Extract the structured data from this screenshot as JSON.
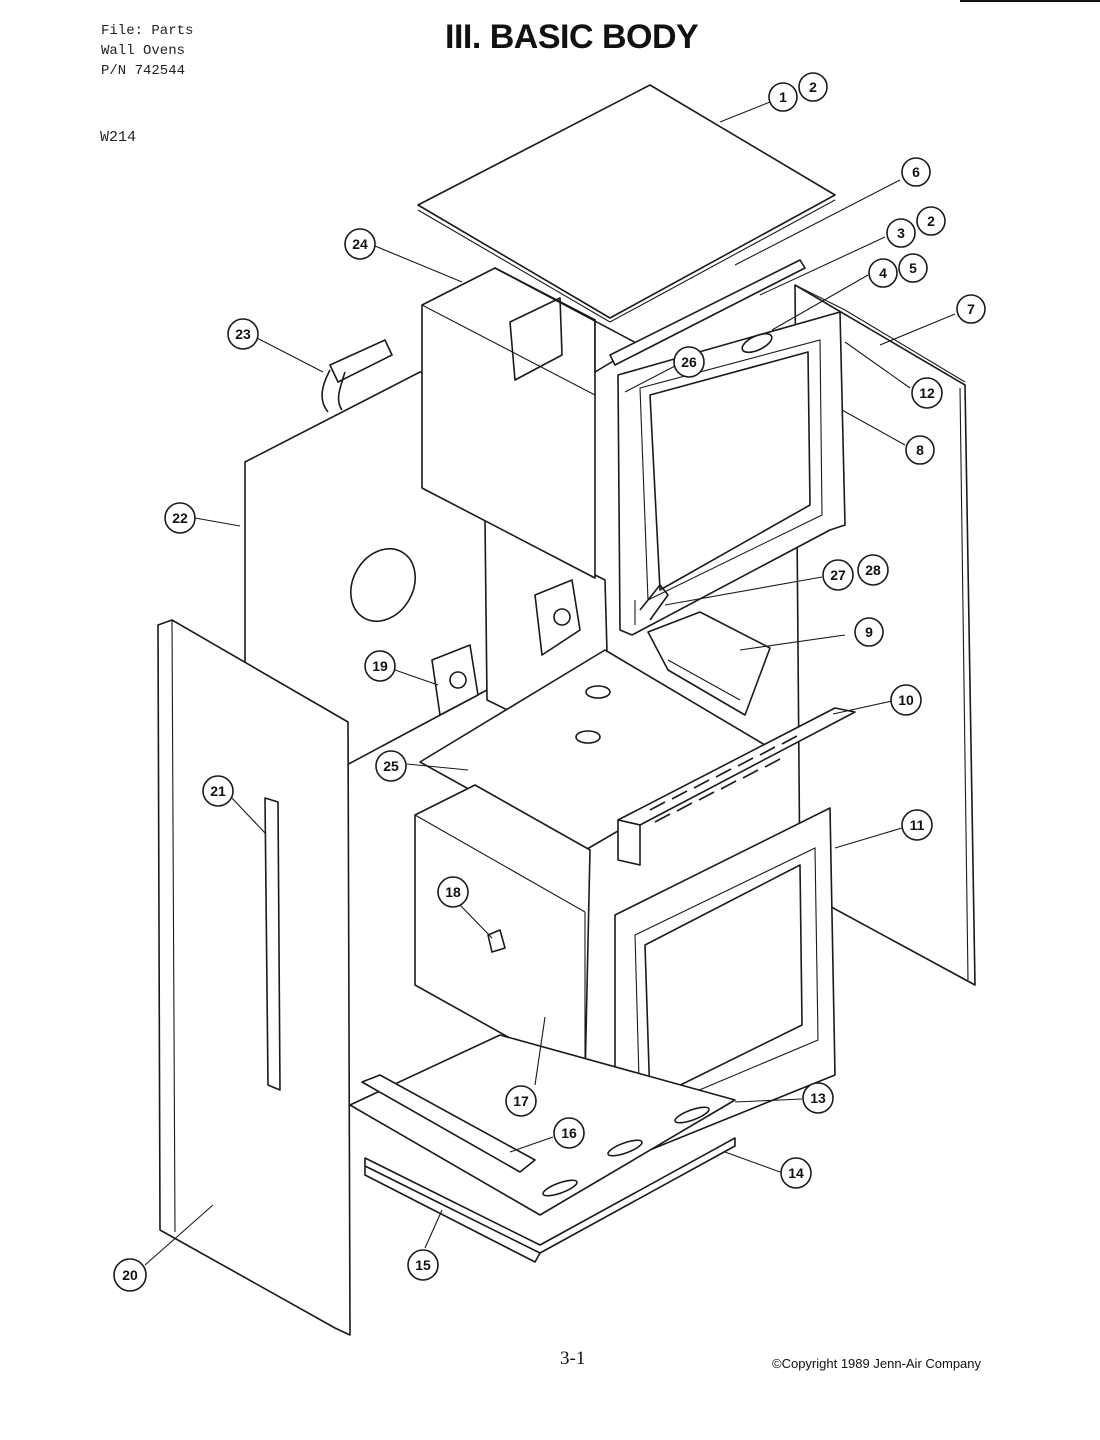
{
  "header": {
    "file_line": "File: Parts",
    "product_line": "Wall Ovens",
    "pn_line": "P/N 742544",
    "model": "W214"
  },
  "title": "III. BASIC BODY",
  "footer": {
    "page_number": "3-1",
    "copyright": "©Copyright 1989 Jenn-Air Company"
  },
  "callouts": [
    "1",
    "2",
    "6",
    "3",
    "2",
    "4",
    "5",
    "24",
    "7",
    "23",
    "26",
    "12",
    "8",
    "22",
    "27",
    "28",
    "9",
    "19",
    "10",
    "25",
    "21",
    "11",
    "18",
    "13",
    "17",
    "16",
    "14",
    "20",
    "15"
  ]
}
